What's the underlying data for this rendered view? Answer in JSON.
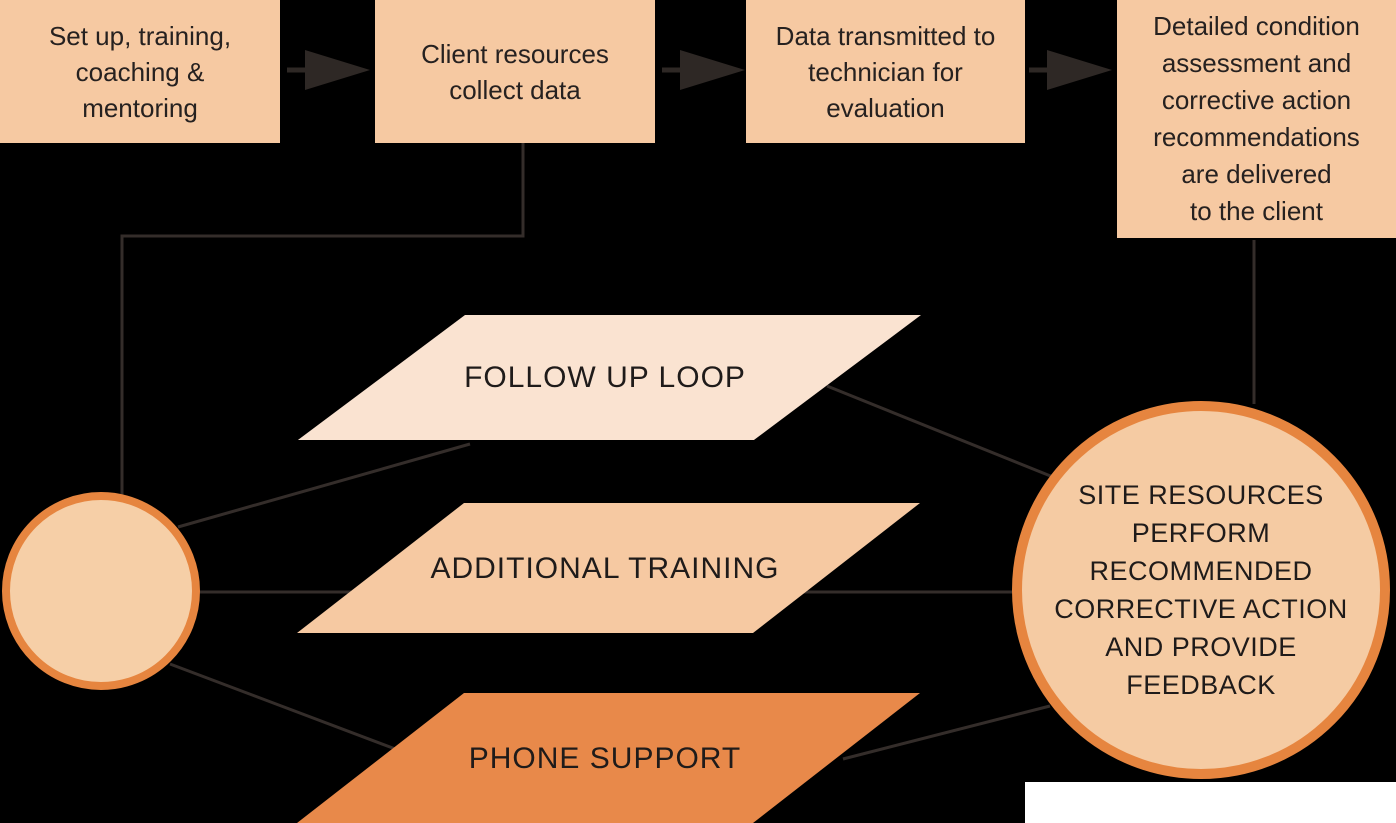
{
  "colors": {
    "background": "#000000",
    "process_box_fill": "#F6C9A2",
    "follow_up_loop_fill": "#FAE3D1",
    "additional_training_fill": "#F6C9A2",
    "phone_support_fill": "#E8894A",
    "start_circle_fill": "#F6CFA7",
    "site_circle_fill": "#F5CBA3",
    "circle_border": "#E6853F",
    "connector_line": "#342D2A",
    "arrow": "#2E2825",
    "text": "#262120",
    "footer_rect": "#FFFFFF"
  },
  "process_boxes": [
    {
      "label": "Set up, training,\ncoaching &\nmentoring"
    },
    {
      "label": "Client resources\ncollect data"
    },
    {
      "label": "Data transmitted to\ntechnician for\nevaluation"
    },
    {
      "label": "Detailed condition\nassessment and\ncorrective action\nrecommendations\nare delivered\nto the client"
    }
  ],
  "loop_shapes": [
    {
      "label": "FOLLOW UP LOOP"
    },
    {
      "label": "ADDITIONAL TRAINING"
    },
    {
      "label": "PHONE SUPPORT"
    }
  ],
  "site_circle": {
    "label": "SITE RESOURCES\nPERFORM\nRECOMMENDED\nCORRECTIVE ACTION\nAND PROVIDE\nFEEDBACK"
  }
}
